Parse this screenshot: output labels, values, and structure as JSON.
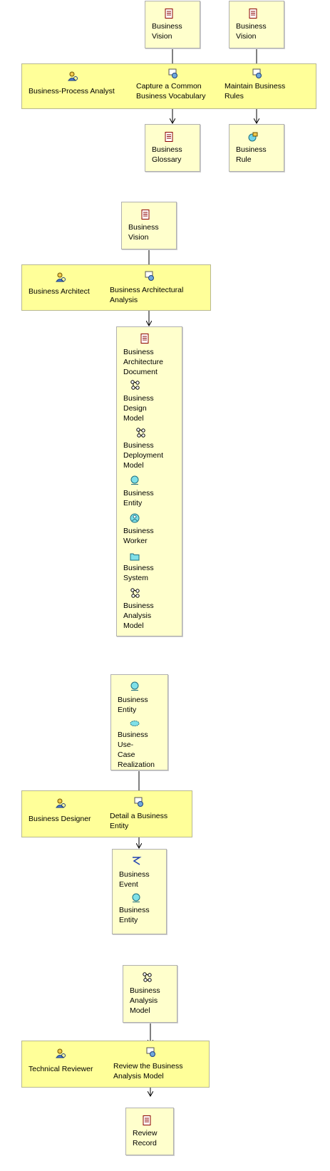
{
  "diagram": {
    "section1": {
      "inputs": [
        {
          "lines": [
            "Business",
            "Vision"
          ],
          "icon": "document-icon"
        },
        {
          "lines": [
            "Business",
            "Vision"
          ],
          "icon": "document-icon"
        }
      ],
      "role": "Business-Process Analyst",
      "activities": [
        {
          "lines": [
            "Capture a Common",
            "Business Vocabulary"
          ]
        },
        {
          "lines": [
            "Maintain Business",
            "Rules"
          ]
        }
      ],
      "outputs": [
        {
          "lines": [
            "Business",
            "Glossary"
          ],
          "icon": "document-icon"
        },
        {
          "lines": [
            "Business",
            "Rule"
          ],
          "icon": "business-rule-icon"
        }
      ]
    },
    "section2": {
      "input": {
        "lines": [
          "Business",
          "Vision"
        ],
        "icon": "document-icon"
      },
      "role": "Business Architect",
      "activity": {
        "lines": [
          "Business Architectural",
          "Analysis"
        ]
      },
      "outputs": [
        {
          "lines": [
            "Business",
            "Architecture",
            "Document"
          ],
          "icon": "document-icon"
        },
        {
          "lines": [
            "Business",
            "Design",
            "Model"
          ],
          "icon": "model-icon"
        },
        {
          "lines": [
            "Business",
            "Deployment",
            "Model"
          ],
          "icon": "model-icon"
        },
        {
          "lines": [
            "Business",
            "Entity"
          ],
          "icon": "business-entity-icon"
        },
        {
          "lines": [
            "Business",
            "Worker"
          ],
          "icon": "business-worker-icon"
        },
        {
          "lines": [
            "Business",
            "System"
          ],
          "icon": "folder-icon"
        },
        {
          "lines": [
            "Business",
            "Analysis",
            "Model"
          ],
          "icon": "model-icon"
        }
      ]
    },
    "section3": {
      "inputs": [
        {
          "lines": [
            "Business",
            "Entity"
          ],
          "icon": "business-entity-icon"
        },
        {
          "lines": [
            "Business",
            "Use-",
            "Case",
            "Realization"
          ],
          "icon": "use-case-realization-icon"
        }
      ],
      "role": "Business Designer",
      "activity": {
        "lines": [
          "Detail a Business",
          "Entity"
        ]
      },
      "outputs": [
        {
          "lines": [
            "Business",
            "Event"
          ],
          "icon": "business-event-icon"
        },
        {
          "lines": [
            "Business",
            "Entity"
          ],
          "icon": "business-entity-icon"
        }
      ]
    },
    "section4": {
      "input": {
        "lines": [
          "Business",
          "Analysis",
          "Model"
        ],
        "icon": "model-icon"
      },
      "role": "Technical Reviewer",
      "activity": {
        "lines": [
          "Review the Business",
          "Analysis Model"
        ]
      },
      "output": {
        "lines": [
          "Review",
          "Record"
        ],
        "icon": "document-icon"
      }
    },
    "colors": {
      "artifact_fill": "#ffffcc",
      "band_fill": "#ffff99",
      "border": "#b0b0b0"
    }
  }
}
